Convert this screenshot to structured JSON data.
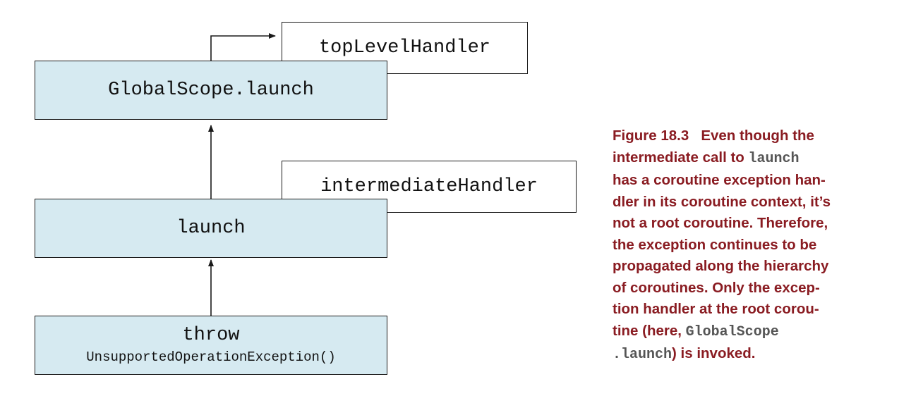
{
  "diagram": {
    "nodes": {
      "top_level_handler": {
        "label": "topLevelHandler",
        "kind": "handler"
      },
      "global_scope_launch": {
        "label": "GlobalScope.launch",
        "kind": "coroutine"
      },
      "intermediate_handler": {
        "label": "intermediateHandler",
        "kind": "handler"
      },
      "launch": {
        "label": "launch",
        "kind": "coroutine"
      },
      "throw": {
        "label": "throw",
        "sublabel": "UnsupportedOperationException()",
        "kind": "coroutine"
      }
    },
    "edges": [
      {
        "from": "throw",
        "to": "launch"
      },
      {
        "from": "launch",
        "to": "global_scope_launch"
      },
      {
        "from": "global_scope_launch",
        "to": "top_level_handler"
      }
    ],
    "colors": {
      "coroutine_fill": "#d6eaf1",
      "handler_fill": "#ffffff",
      "stroke": "#1a1a1a",
      "caption_text": "#8a1c22",
      "caption_code": "#555555"
    }
  },
  "caption": {
    "figure_label": "Figure 18.3",
    "lines": [
      [
        "   Even though the"
      ],
      [
        "intermediate call to ",
        "launch"
      ],
      [
        "has a coroutine exception han-"
      ],
      [
        "dler in its coroutine context, it’s"
      ],
      [
        "not a root coroutine. Therefore,"
      ],
      [
        "the exception continues to be"
      ],
      [
        "propagated along the hierarchy"
      ],
      [
        "of coroutines. Only the excep-"
      ],
      [
        "tion handler at the root corou-"
      ],
      [
        "tine (here, ",
        "GlobalScope"
      ],
      [
        ".launch",
        ") is invoked."
      ]
    ]
  }
}
